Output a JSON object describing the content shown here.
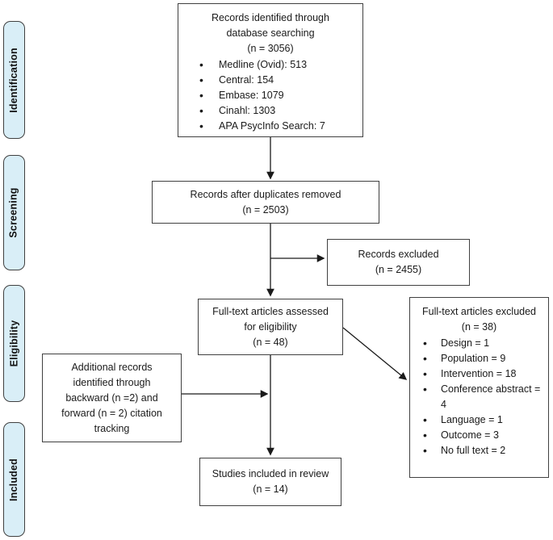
{
  "sidebar": {
    "stages": [
      {
        "label": "Identification"
      },
      {
        "label": "Screening"
      },
      {
        "label": "Eligibility"
      },
      {
        "label": "Included"
      }
    ]
  },
  "boxes": {
    "identified": {
      "lines": [
        "Records identified through",
        "database searching",
        "(n = 3056)"
      ],
      "bullets": [
        "Medline (Ovid): 513",
        "Central: 154",
        "Embase: 1079",
        "Cinahl: 1303",
        "APA PsycInfo Search: 7"
      ]
    },
    "duplicates_removed": {
      "lines": [
        "Records after duplicates removed",
        "(n = 2503)"
      ]
    },
    "records_excluded": {
      "lines": [
        "Records excluded",
        "(n = 2455)"
      ]
    },
    "fulltext_assessed": {
      "lines": [
        "Full-text articles assessed",
        "for eligibility",
        "(n = 48)"
      ]
    },
    "fulltext_excluded": {
      "lines": [
        "Full-text articles excluded",
        "(n = 38)"
      ],
      "bullets": [
        "Design = 1",
        "Population = 9",
        "Intervention = 18",
        "Conference abstract = 4",
        "Language = 1",
        "Outcome = 3",
        "No full text = 2"
      ]
    },
    "additional_records": {
      "lines": [
        "Additional records",
        "identified through",
        "backward (n =2) and",
        "forward (n = 2) citation",
        "tracking"
      ]
    },
    "studies_included": {
      "lines": [
        "Studies included in review",
        "(n = 14)"
      ]
    }
  },
  "colors": {
    "stage_fill": "#d9eef7",
    "stage_border": "#404040",
    "box_border": "#404040",
    "arrow": "#1a1a1a",
    "text": "#1a1a1a"
  }
}
